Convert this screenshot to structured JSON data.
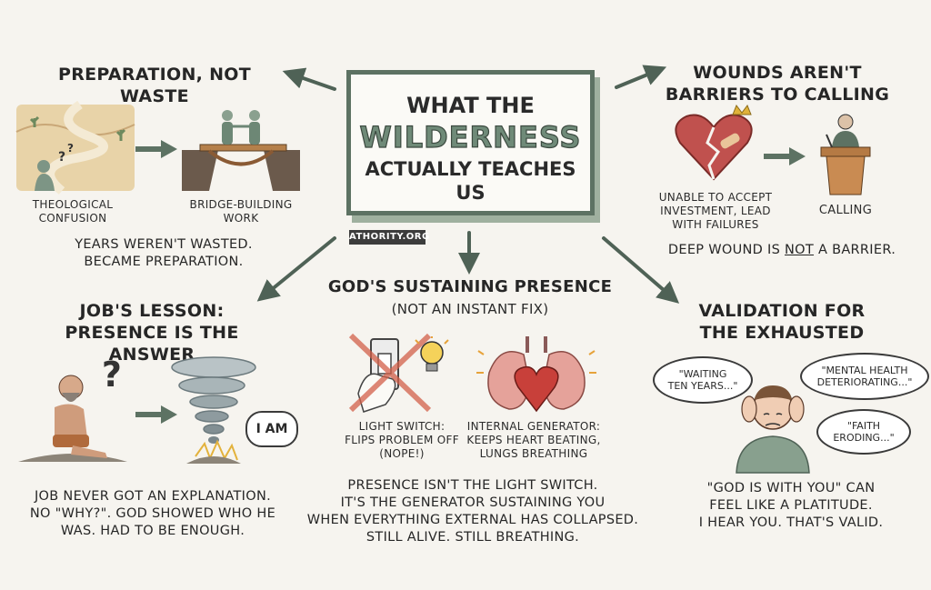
{
  "center": {
    "line1": "WHAT THE",
    "line2": "WILDERNESS",
    "line3": "ACTUALLY TEACHES",
    "line4": "US"
  },
  "badge": "ATHORITY.ORG",
  "prep": {
    "title": "PREPARATION, NOT WASTE",
    "left_label": [
      "THEOLOGICAL",
      "CONFUSION"
    ],
    "right_label": [
      "BRIDGE-BUILDING",
      "WORK"
    ],
    "summary": [
      "YEARS WEREN'T WASTED.",
      "BECAME PREPARATION."
    ]
  },
  "wounds": {
    "title": [
      "WOUNDS AREN'T",
      "BARRIERS TO CALLING"
    ],
    "left_label": [
      "UNABLE TO ACCEPT",
      "INVESTMENT, LEAD",
      "WITH FAILURES"
    ],
    "right_label": "CALLING",
    "summary_pre": "DEEP WOUND IS ",
    "summary_em": "NOT",
    "summary_post": " A BARRIER."
  },
  "job": {
    "title": [
      "JOB'S LESSON:",
      "PRESENCE IS THE ANSWER"
    ],
    "question": "?",
    "speech": "I AM",
    "summary": [
      "JOB NEVER GOT AN EXPLANATION.",
      "NO \"WHY?\". GOD SHOWED WHO HE",
      "WAS. HAD TO BE ENOUGH."
    ]
  },
  "presence": {
    "title": "GOD'S SUSTAINING PRESENCE",
    "subtitle": "(NOT AN INSTANT FIX)",
    "left_label": [
      "LIGHT SWITCH:",
      "FLIPS PROBLEM OFF",
      "(NOPE!)"
    ],
    "right_label": [
      "INTERNAL GENERATOR:",
      "KEEPS HEART BEATING,",
      "LUNGS BREATHING"
    ],
    "summary": [
      "PRESENCE ISN'T THE LIGHT SWITCH.",
      "IT'S THE GENERATOR SUSTAINING YOU",
      "WHEN EVERYTHING EXTERNAL HAS COLLAPSED.",
      "STILL ALIVE. STILL BREATHING."
    ]
  },
  "exhausted": {
    "title": [
      "VALIDATION FOR",
      "THE EXHAUSTED"
    ],
    "bubble1": [
      "\"WAITING",
      "TEN YEARS...\""
    ],
    "bubble2": [
      "\"MENTAL HEALTH",
      "DETERIORATING...\""
    ],
    "bubble3": [
      "\"FAITH",
      "ERODING...\""
    ],
    "summary": [
      "\"GOD IS WITH YOU\" CAN",
      "FEEL LIKE A PLATITUDE.",
      "I HEAR YOU. THAT'S VALID."
    ]
  },
  "colors": {
    "accent": "#5d7263",
    "arrow": "#4f6256",
    "heart": "#c0514e",
    "fire": "#d3604a"
  }
}
